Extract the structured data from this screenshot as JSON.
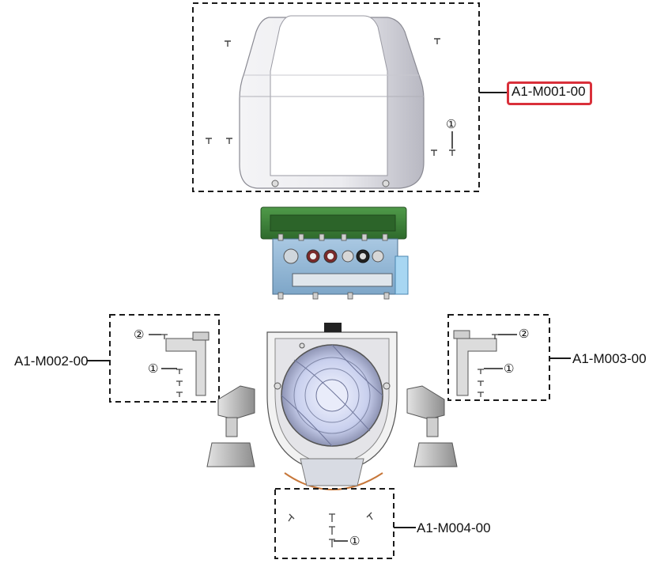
{
  "assemblies": {
    "top": {
      "label": "A1-M001-00",
      "highlight_color": "#d9303a"
    },
    "left": {
      "label": "A1-M002-00"
    },
    "right": {
      "label": "A1-M003-00"
    },
    "bottom": {
      "label": "A1-M004-00"
    }
  },
  "callouts": {
    "one": "①",
    "two": "②"
  },
  "colors": {
    "frame": "#1a1a1a",
    "cover": "#e9e9ee",
    "controller_lid": "#3e7f3a",
    "controller_body": "#8fb5d4",
    "fan_ring": "#cfd4ec",
    "mount": "#b9b9b9"
  }
}
